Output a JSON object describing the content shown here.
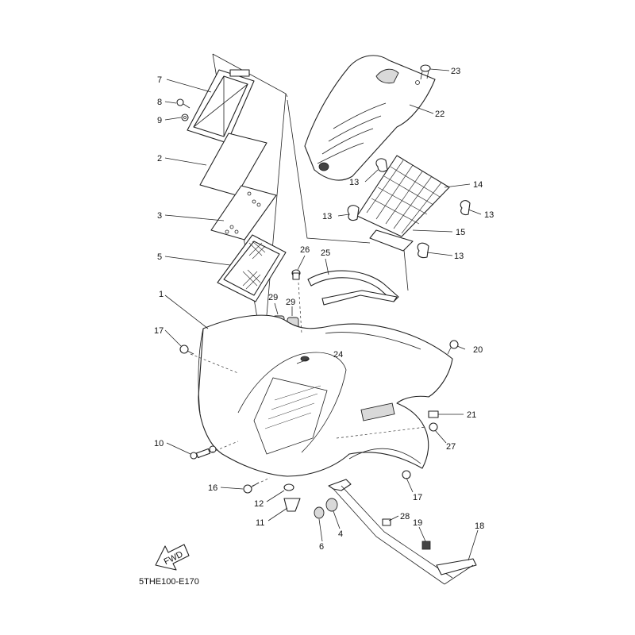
{
  "diagram": {
    "reference_code": "5THE100-E170",
    "fwd_label": "FWD",
    "callouts": [
      {
        "id": "c1",
        "label": "1"
      },
      {
        "id": "c2",
        "label": "2"
      },
      {
        "id": "c3",
        "label": "3"
      },
      {
        "id": "c4",
        "label": "4"
      },
      {
        "id": "c5",
        "label": "5"
      },
      {
        "id": "c6",
        "label": "6"
      },
      {
        "id": "c7",
        "label": "7"
      },
      {
        "id": "c8",
        "label": "8"
      },
      {
        "id": "c9",
        "label": "9"
      },
      {
        "id": "c10",
        "label": "10"
      },
      {
        "id": "c11",
        "label": "11"
      },
      {
        "id": "c12",
        "label": "12"
      },
      {
        "id": "c13a",
        "label": "13"
      },
      {
        "id": "c13b",
        "label": "13"
      },
      {
        "id": "c13c",
        "label": "13"
      },
      {
        "id": "c13d",
        "label": "13"
      },
      {
        "id": "c14",
        "label": "14"
      },
      {
        "id": "c15",
        "label": "15"
      },
      {
        "id": "c16",
        "label": "16"
      },
      {
        "id": "c17a",
        "label": "17"
      },
      {
        "id": "c17b",
        "label": "17"
      },
      {
        "id": "c18",
        "label": "18"
      },
      {
        "id": "c19",
        "label": "19"
      },
      {
        "id": "c20",
        "label": "20"
      },
      {
        "id": "c21",
        "label": "21"
      },
      {
        "id": "c22",
        "label": "22"
      },
      {
        "id": "c23",
        "label": "23"
      },
      {
        "id": "c24",
        "label": "24"
      },
      {
        "id": "c25",
        "label": "25"
      },
      {
        "id": "c26",
        "label": "26"
      },
      {
        "id": "c27",
        "label": "27"
      },
      {
        "id": "c28",
        "label": "28"
      },
      {
        "id": "c29a",
        "label": "29"
      },
      {
        "id": "c29b",
        "label": "29"
      }
    ]
  }
}
